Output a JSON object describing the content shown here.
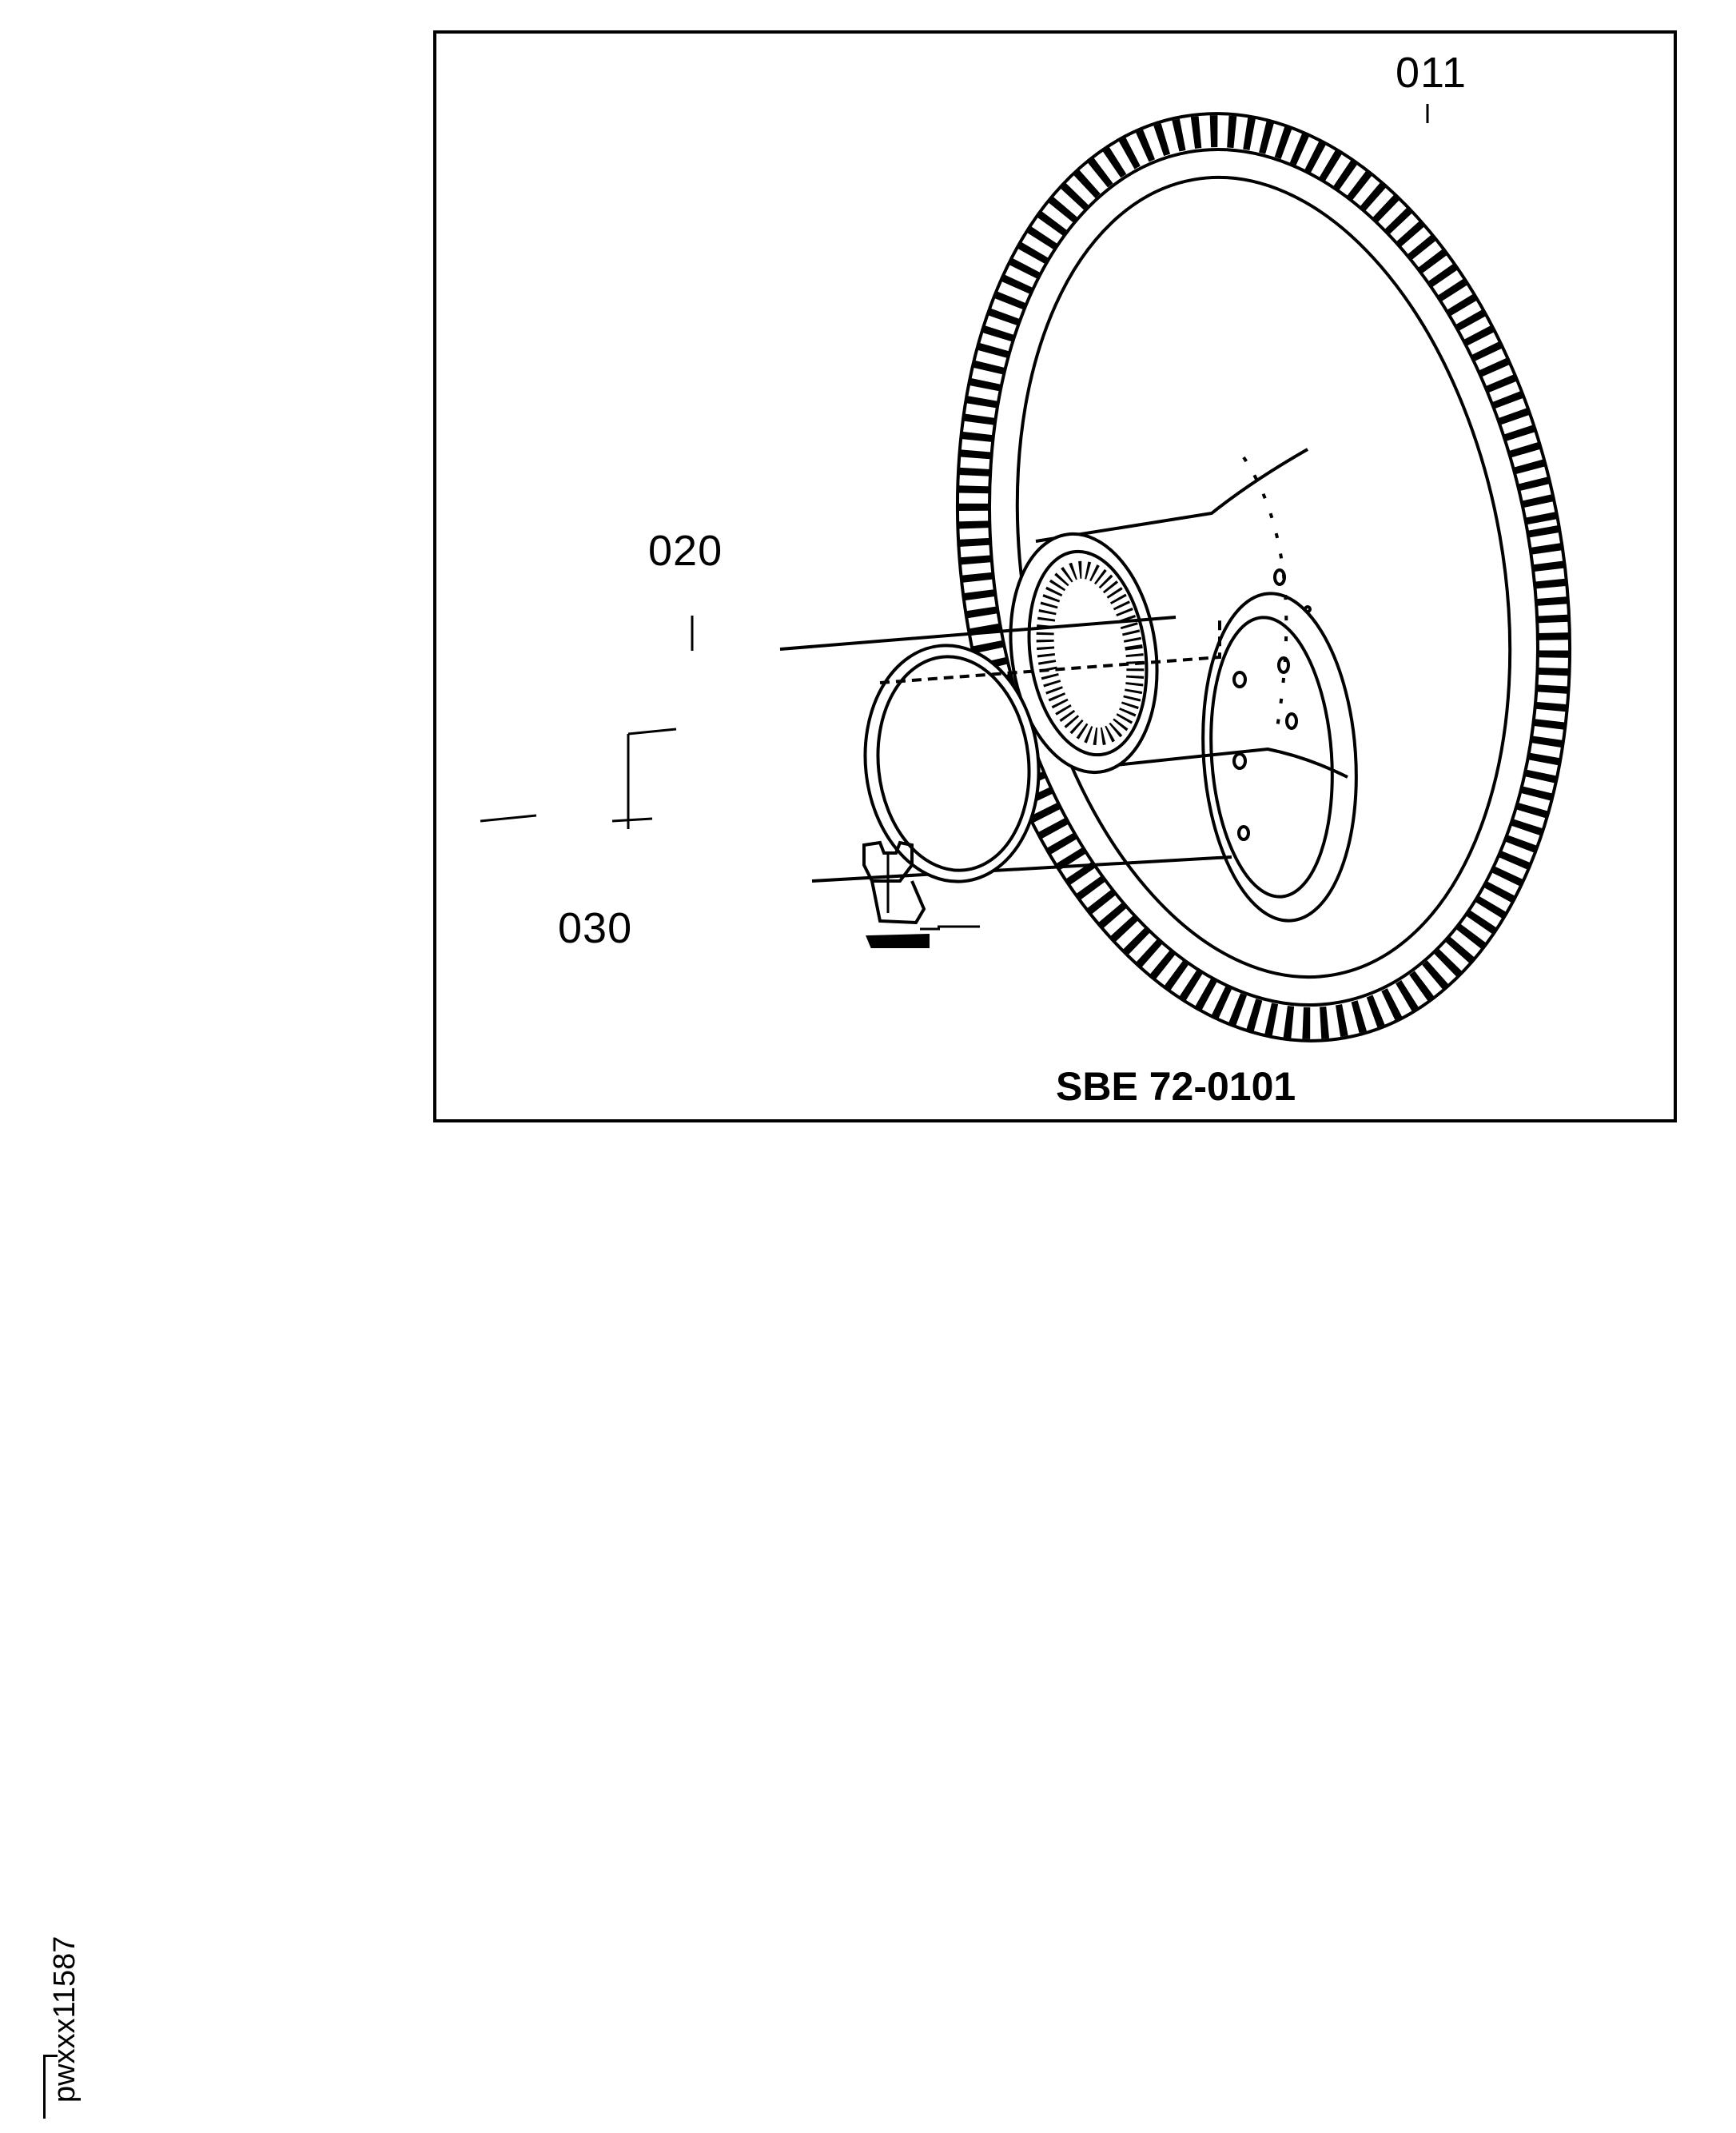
{
  "figure": {
    "callouts": {
      "ring_gear": "011",
      "sleeve": "020",
      "clip": "030"
    },
    "reference_code": "SBE 72-0101"
  },
  "drawing_id": "pwxxx11587"
}
